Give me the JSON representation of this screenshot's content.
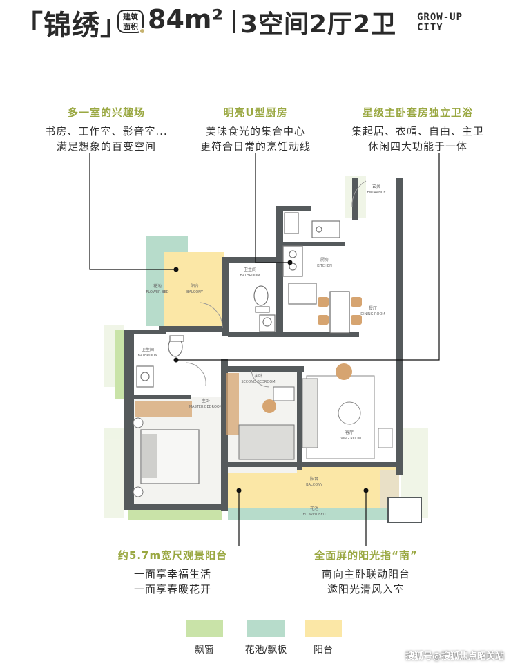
{
  "header": {
    "project_name": "「锦绣」",
    "area_tag_line1": "建筑",
    "area_tag_line2": "面积",
    "area": "84m²",
    "layout": "3空间2厅2卫",
    "brand_line1": "GROW-UP",
    "brand_line2": "CITY"
  },
  "callouts": {
    "study": {
      "title": "多一室的兴趣场",
      "lines": [
        "书房、工作室、影音室...",
        "满足想象的百变空间"
      ]
    },
    "kitchen": {
      "title": "明亮U型厨房",
      "lines": [
        "美味食光的集合中心",
        "更符合日常的烹饪动线"
      ]
    },
    "master": {
      "title": "星级主卧套房独立卫浴",
      "lines": [
        "集起居、衣帽、自由、主卫",
        "休闲四大功能于一体"
      ]
    },
    "balcony": {
      "title": "约5.7m宽尺观景阳台",
      "lines": [
        "一面享幸福生活",
        "一面享春暖花开"
      ]
    },
    "sunlight": {
      "title": "全面屏的阳光指“南”",
      "lines": [
        "南向主卧联动阳台",
        "邀阳光清风入室"
      ]
    }
  },
  "rooms": {
    "entrance": {
      "zh": "玄关",
      "en": "ENTRANCE"
    },
    "kitchen": {
      "zh": "厨房",
      "en": "KITCHEN"
    },
    "bathroom2": {
      "zh": "卫生间",
      "en": "BATHROOM"
    },
    "balcony_small": {
      "zh": "阳台",
      "en": "BALCONY"
    },
    "flower_bed_left": {
      "zh": "花池",
      "en": "FLOWER BED"
    },
    "dining": {
      "zh": "餐厅",
      "en": "DINING ROOM"
    },
    "bathroom1": {
      "zh": "卫生间",
      "en": "BATHROOM"
    },
    "second_bedroom": {
      "zh": "次卧",
      "en": "SECOND BEDROOM"
    },
    "master_bedroom": {
      "zh": "主卧",
      "en": "MASTER BEDROOM"
    },
    "living": {
      "zh": "客厅",
      "en": "LIVING ROOM"
    },
    "balcony_big": {
      "zh": "阳台",
      "en": "BALCONY"
    },
    "flower_bed_bottom": {
      "zh": "花池",
      "en": "FLOWER BED"
    }
  },
  "legend": [
    {
      "label": "飘窗",
      "color": "#c9e3a8"
    },
    {
      "label": "花池/飘板",
      "color": "#b7dccb"
    },
    {
      "label": "阳台",
      "color": "#fbe7a6"
    }
  ],
  "colors": {
    "accent_title": "#9aa842",
    "wall": "#555a5c",
    "bay_window": "#c9e3a8",
    "flower_bed": "#b7dccb",
    "balcony": "#fbe7a6"
  },
  "watermark": "搜狐号@搜狐焦点昭关站"
}
